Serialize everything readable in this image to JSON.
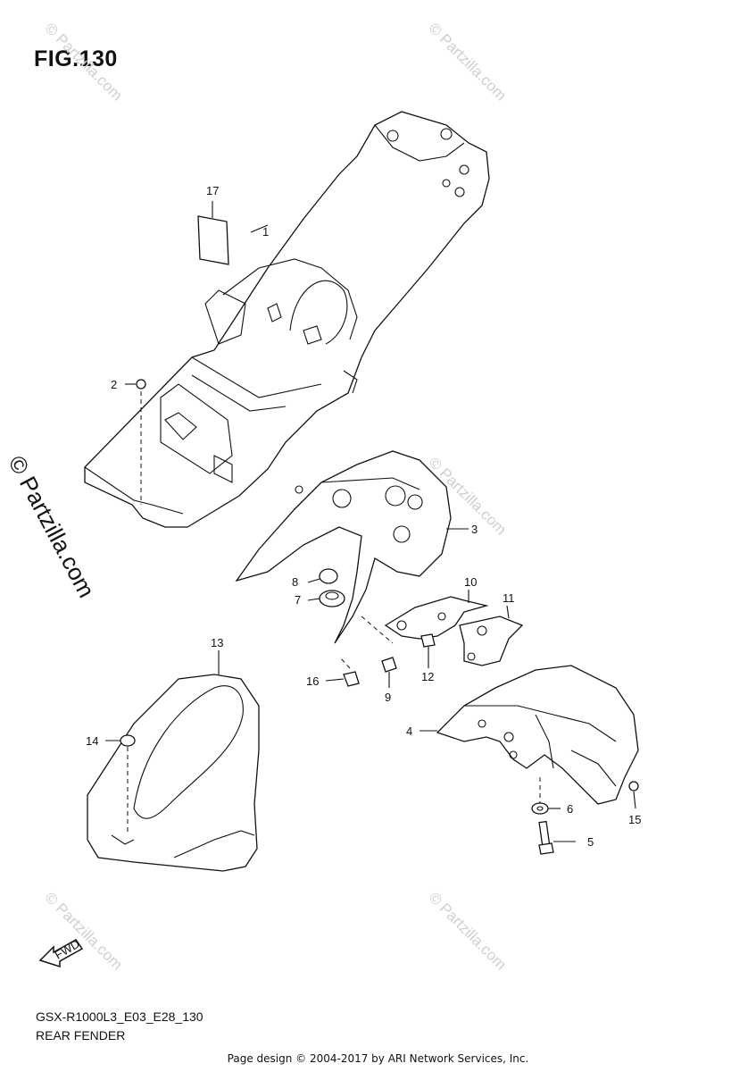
{
  "figure_title": "FIG.130",
  "model_code": "GSX-R1000L3_E03_E28_130",
  "section_name": "REAR FENDER",
  "footer": "Page design © 2004-2017 by ARI Network Services, Inc.",
  "watermark": "© Partzilla.com",
  "watermark_big": "© Partzilla.com",
  "fwd_label": "FWD",
  "callouts": [
    "1",
    "2",
    "3",
    "4",
    "5",
    "6",
    "7",
    "8",
    "9",
    "10",
    "11",
    "12",
    "13",
    "14",
    "15",
    "16",
    "17"
  ]
}
